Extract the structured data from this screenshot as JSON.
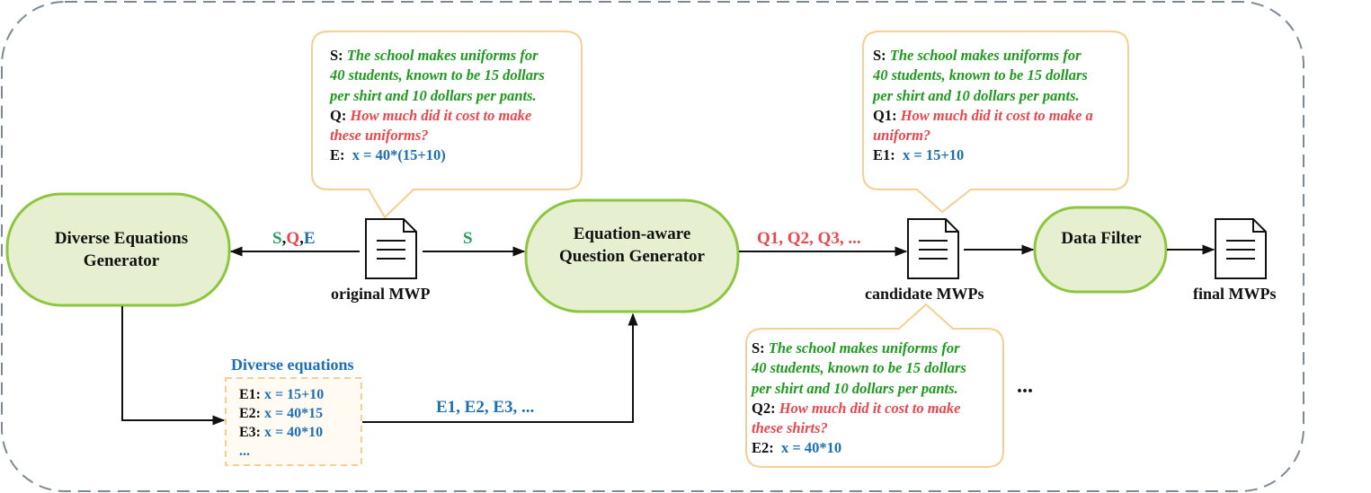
{
  "nodes": {
    "diverse_generator": "Diverse Equations Generator",
    "question_generator": "Equation-aware Question Generator",
    "data_filter": "Data Filter"
  },
  "documents": {
    "original": "original MWP",
    "candidate": "candidate MWPs",
    "final": "final MWPs"
  },
  "edges": {
    "sqe": {
      "s": "S",
      "comma1": ",",
      "q": "Q",
      "comma2": ",",
      "e": "E"
    },
    "s_only": "S",
    "questions": "Q1, Q2, Q3, ...",
    "equations": "E1, E2, E3, ..."
  },
  "callouts": {
    "original": {
      "s_label": "S:",
      "s_lines": [
        "The school makes uniforms for",
        "40 students, known to be 15 dollars",
        "per shirt and 10 dollars per pants."
      ],
      "q_label": "Q:",
      "q_lines": [
        "How much did it cost to make",
        "these uniforms?"
      ],
      "e_label": "E:",
      "e_value": "x = 40*(15+10)"
    },
    "candidate1": {
      "s_label": "S:",
      "s_lines": [
        "The school makes uniforms for",
        "40 students, known to be 15 dollars",
        "per shirt and 10 dollars per pants."
      ],
      "q_label": "Q1:",
      "q_lines": [
        "How much did it cost to make a",
        "uniform?"
      ],
      "e_label": "E1:",
      "e_value": "x = 15+10"
    },
    "candidate2": {
      "s_label": "S:",
      "s_lines": [
        "The school makes uniforms for",
        "40 students, known to be 15 dollars",
        "per shirt and 10 dollars per pants."
      ],
      "q_label": "Q2:",
      "q_lines": [
        "How much did it cost to make",
        "these shirts?"
      ],
      "e_label": "E2:",
      "e_value": "x = 40*10"
    }
  },
  "diverse_equations": {
    "title": "Diverse equations",
    "items": [
      {
        "label": "E1:",
        "value": "x = 15+10"
      },
      {
        "label": "E2:",
        "value": "x = 40*15"
      },
      {
        "label": "E3:",
        "value": "x = 40*10"
      }
    ],
    "more": "..."
  },
  "ellipsis": "..."
}
